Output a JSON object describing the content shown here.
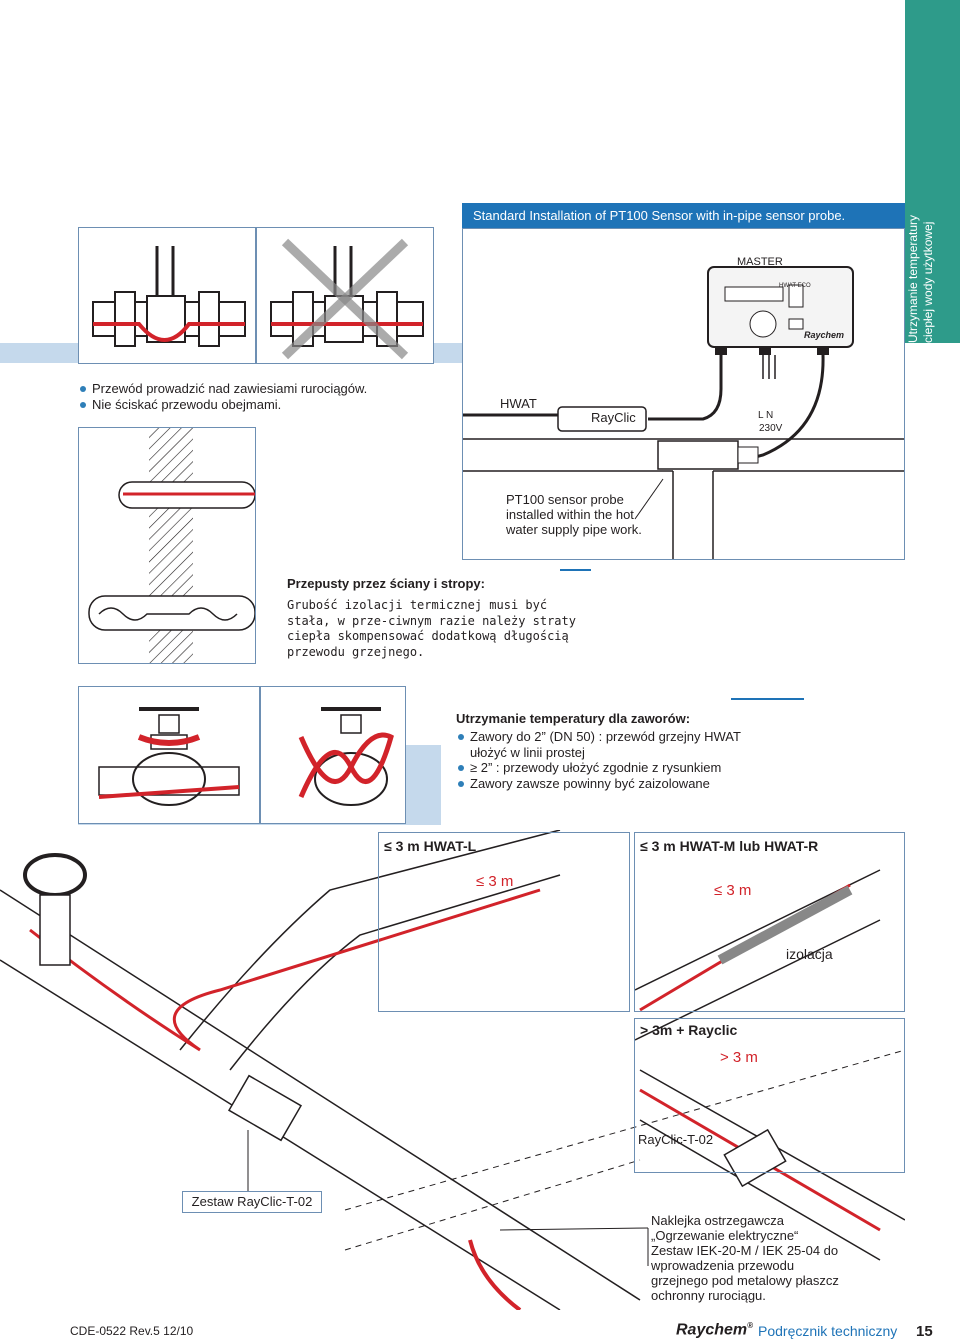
{
  "side_tab": {
    "text": "Utrzymanie temperatury ciepłej wody użytkowej",
    "color": "#2e9b8a"
  },
  "pt100": {
    "header": "Standard Installation of PT100 Sensor with in-pipe sensor probe.",
    "master": "MASTER",
    "hwat": "HWAT",
    "rayclic": "RayClic",
    "ln": "L  N",
    "voltage": "230V",
    "brand": "Raychem",
    "module": "HWAT-ECO",
    "callout": "PT100 sensor probe installed within the hot water supply pipe work."
  },
  "hangers": {
    "bullets": [
      "Przewód prowadzić nad zawiesiami rurociągów.",
      "Nie ściskać przewodu obejmami."
    ]
  },
  "walls": {
    "title": "Przepusty przez ściany i stropy:",
    "body": "Grubość izolacji termicznej musi być stała, w prze-ciwnym razie należy straty ciepła skompensować dodatkową długością przewodu grzejnego."
  },
  "valves": {
    "title": "Utrzymanie temperatury dla zaworów:",
    "bullets": [
      "Zawory do 2” (DN 50) : przewód grzejny HWAT ułożyć w linii prostej",
      "≥ 2” : przewody ułożyć zgodnie z rysunkiem",
      "Zawory zawsze powinny być zaizolowane"
    ]
  },
  "lengths": {
    "hwat_l": "≤ 3 m HWAT-L",
    "hwat_l_dim": "≤ 3 m",
    "hwat_mr": "≤ 3 m HWAT-M lub HWAT-R",
    "hwat_mr_dim": "≤ 3 m",
    "insulation": "izolacja",
    "over3": "> 3m + Rayclic",
    "over3_dim": "> 3 m",
    "rayclic_t02": "RayClic-T-02",
    "kit": "Zestaw RayClic-T-02"
  },
  "note": {
    "lines": [
      "Naklejka ostrzegawcza",
      "„Ogrzewanie elektryczne“",
      "Zestaw IEK-20-M / IEK 25-04 do",
      "wprowadzenia przewodu",
      "grzejnego pod metalowy płaszcz",
      "ochronny rurociągu."
    ]
  },
  "footer": {
    "doc": "CDE-0522  Rev.5  12/10",
    "brand": "Raychem",
    "reg": "®",
    "manual": "Podręcznik techniczny",
    "page": "15"
  },
  "colors": {
    "accent_blue": "#1e73b7",
    "heating_red": "#d2232a",
    "frame_blue": "#6d8fb3",
    "light_blue": "#c5d9ec"
  }
}
